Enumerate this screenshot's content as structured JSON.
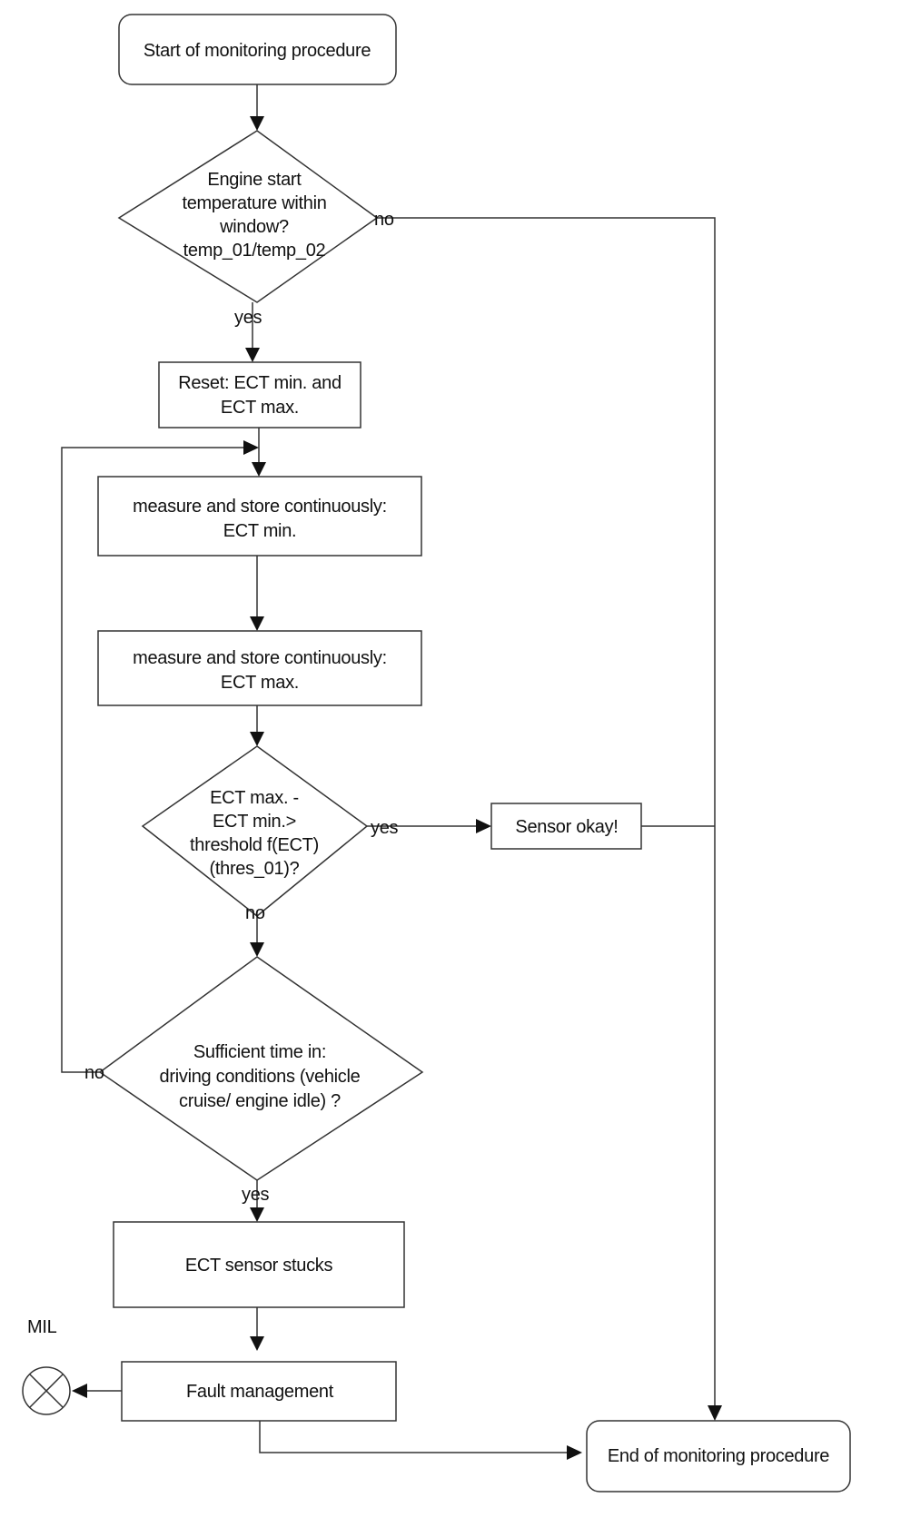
{
  "flowchart": {
    "start": "Start of monitoring procedure",
    "decision_temp": [
      "Engine start",
      "temperature within",
      "window?",
      "temp_01/temp_02"
    ],
    "label_temp_no": "no",
    "label_temp_yes": "yes",
    "reset": [
      "Reset: ECT min. and",
      "ECT max."
    ],
    "measure_min": [
      "measure and store continuously:",
      "ECT min."
    ],
    "measure_max": [
      "measure and store continuously:",
      "ECT max."
    ],
    "decision_threshold": [
      "ECT max. -",
      "ECT min.>",
      "threshold f(ECT)",
      "(thres_01)?"
    ],
    "label_threshold_yes": "yes",
    "label_threshold_no": "no",
    "sensor_ok": "Sensor okay!",
    "decision_time": [
      "Sufficient time in:",
      "driving conditions (vehicle",
      "cruise/ engine idle) ?"
    ],
    "label_time_no": "no",
    "label_time_yes": "yes",
    "stuck": "ECT sensor stucks",
    "mil_label": "MIL",
    "fault": "Fault management",
    "end": "End of monitoring procedure"
  }
}
